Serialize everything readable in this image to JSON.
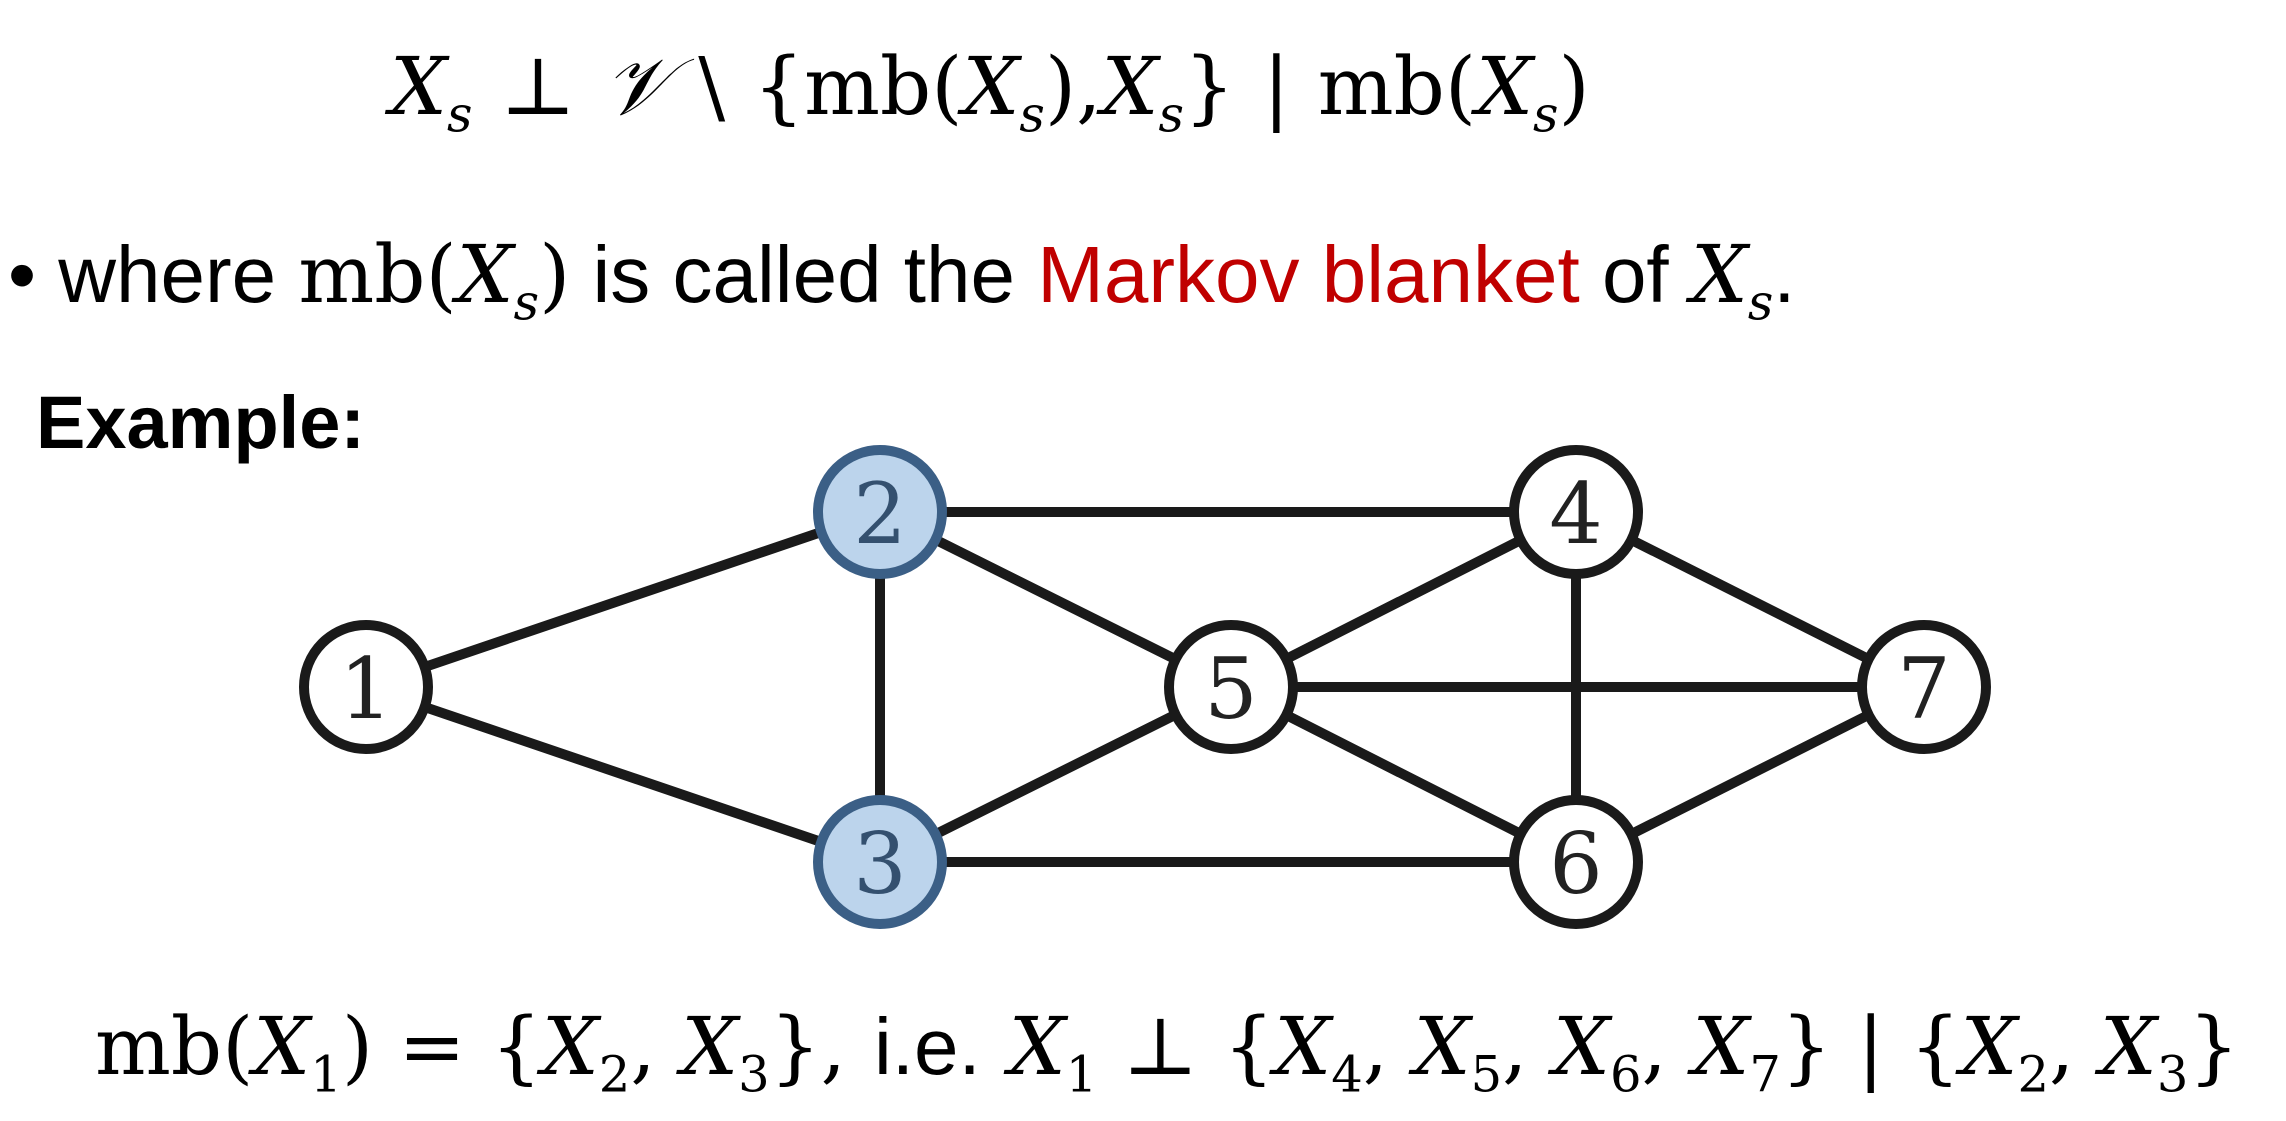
{
  "top_formula": {
    "lhs_var": "X",
    "lhs_sub": "s",
    "indep_symbol": "⊥",
    "set_symbol": "𝒱",
    "setminus": "\\",
    "set_open": "{",
    "mb": "mb",
    "var": "X",
    "sub": "s",
    "comma": ",",
    "set_close": "}",
    "bar": "|"
  },
  "bullet": {
    "marker": "•",
    "text_where": "where",
    "mb": "mb",
    "var": "X",
    "sub": "s",
    "text_called": "is called the",
    "highlight": "Markov blanket",
    "text_of": "of",
    "period": "."
  },
  "example_heading": "Example:",
  "graph": {
    "highlight_fill": "#bcd4ec",
    "highlight_stroke": "#3b5f86",
    "normal_fill": "#ffffff",
    "normal_stroke": "#1a1a1a",
    "edge_color": "#1a1a1a",
    "nodes": [
      {
        "id": "1",
        "label": "1",
        "highlighted": false
      },
      {
        "id": "2",
        "label": "2",
        "highlighted": true
      },
      {
        "id": "3",
        "label": "3",
        "highlighted": true
      },
      {
        "id": "4",
        "label": "4",
        "highlighted": false
      },
      {
        "id": "5",
        "label": "5",
        "highlighted": false
      },
      {
        "id": "6",
        "label": "6",
        "highlighted": false
      },
      {
        "id": "7",
        "label": "7",
        "highlighted": false
      }
    ],
    "edges": [
      [
        "1",
        "2"
      ],
      [
        "1",
        "3"
      ],
      [
        "2",
        "3"
      ],
      [
        "2",
        "4"
      ],
      [
        "2",
        "5"
      ],
      [
        "3",
        "5"
      ],
      [
        "3",
        "6"
      ],
      [
        "4",
        "5"
      ],
      [
        "4",
        "6"
      ],
      [
        "4",
        "7"
      ],
      [
        "5",
        "7"
      ],
      [
        "5",
        "6"
      ],
      [
        "6",
        "7"
      ]
    ]
  },
  "bottom_formula": {
    "mb": "mb",
    "var": "X",
    "one": "1",
    "eq": "=",
    "set1": [
      "2",
      "3"
    ],
    "ie": "i.e.",
    "indep": "⊥",
    "set2": [
      "4",
      "5",
      "6",
      "7"
    ],
    "bar": "|",
    "set3": [
      "2",
      "3"
    ]
  }
}
